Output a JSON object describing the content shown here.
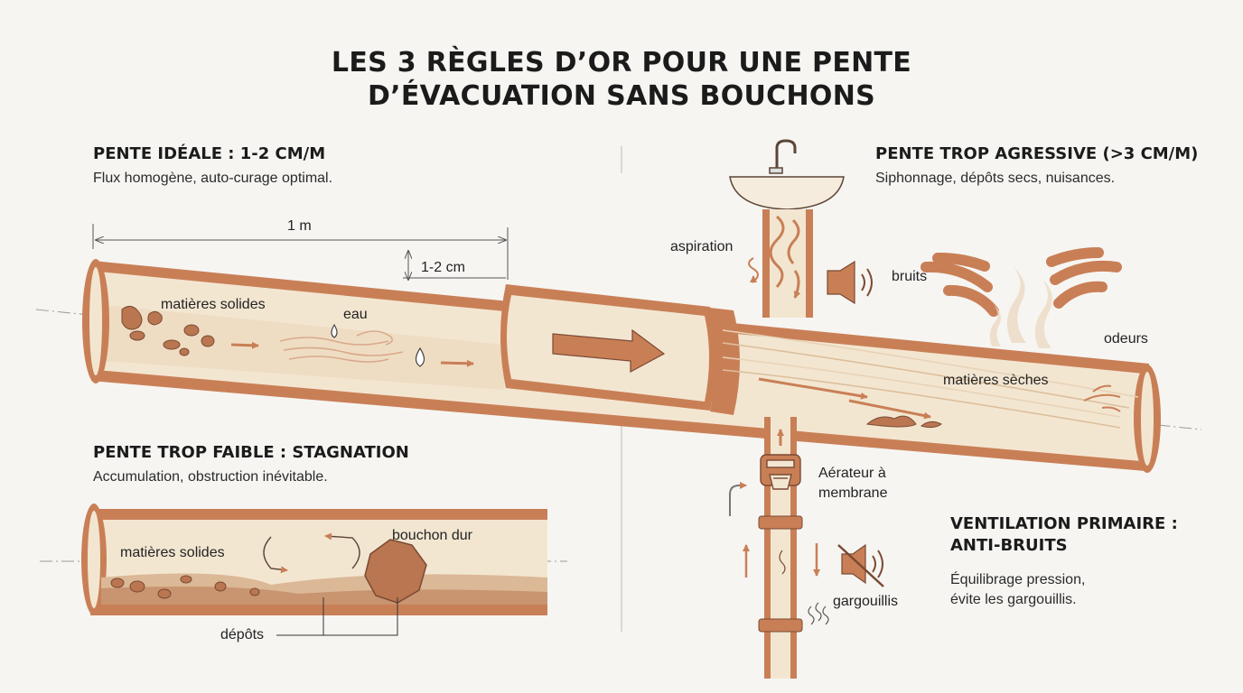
{
  "title": {
    "line1": "LES 3 RÈGLES D’OR POUR UNE PENTE",
    "line2": "D’ÉVACUATION SANS BOUCHONS"
  },
  "ideal": {
    "heading": "PENTE IDÉALE : 1-2 CM/M",
    "subtitle": "Flux homogène, auto-curage optimal.",
    "length_label": "1 m",
    "drop_label": "1-2 cm",
    "solids_label": "matières solides",
    "water_label": "eau"
  },
  "aggressive": {
    "heading": "PENTE TROP AGRESSIVE (>3 CM/M)",
    "subtitle": "Siphonnage, dépôts secs, nuisances.",
    "suction_label": "aspiration",
    "noise_label": "bruits",
    "smell_label": "odeurs",
    "dry_label": "matières sèches"
  },
  "weak": {
    "heading": "PENTE TROP FAIBLE : STAGNATION",
    "subtitle": "Accumulation, obstruction inévitable.",
    "solids_label": "matières solides",
    "plug_label": "bouchon dur",
    "deposits_label": "dépôts"
  },
  "ventilation": {
    "heading_line1": "VENTILATION PRIMAIRE :",
    "heading_line2": "ANTI-BRUITS",
    "text_line1": "Équilibrage pression,",
    "text_line2": "évite les gargouillis.",
    "valve_label_line1": "Aérateur à",
    "valve_label_line2": "membrane",
    "gurgle_label": "gargouillis"
  },
  "colors": {
    "pipe": "#c97f56",
    "pipe_dark": "#7a4a33",
    "pipe_fill": "#f3e6d1",
    "sediment": "#b97650",
    "background": "#f6f5f2"
  }
}
